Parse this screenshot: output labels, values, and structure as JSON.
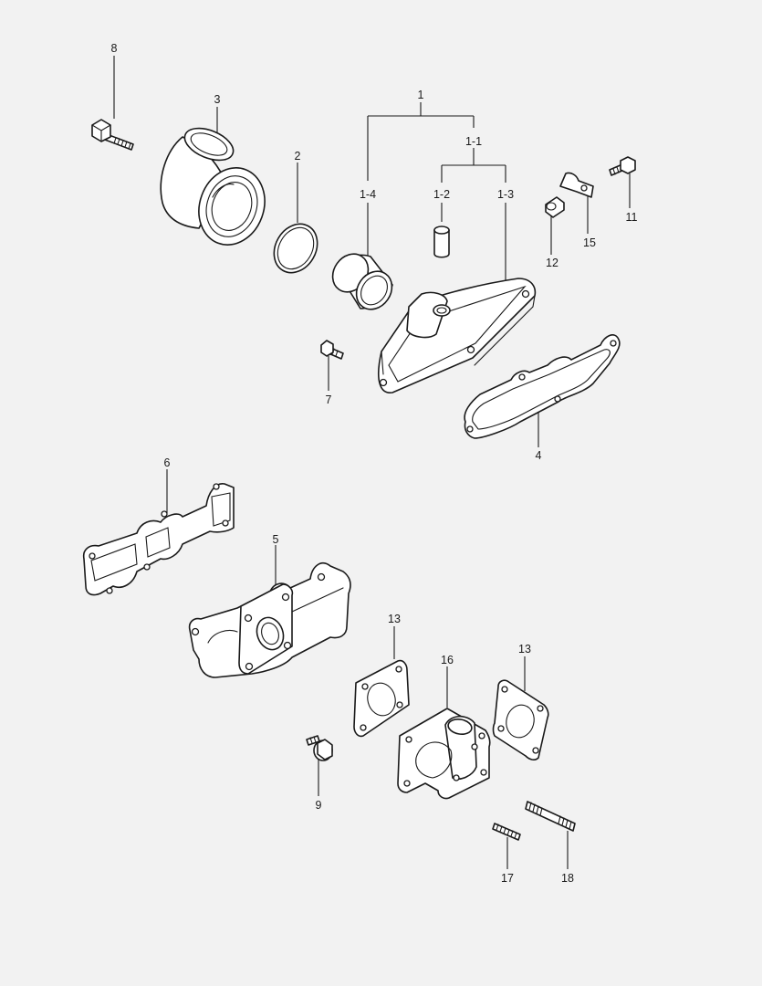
{
  "background_color": "#f2f2f2",
  "line_color": "#1a1a1a",
  "callouts": {
    "c1": "1",
    "c1_1": "1-1",
    "c1_2": "1-2",
    "c1_3": "1-3",
    "c1_4": "1-4",
    "c2": "2",
    "c3": "3",
    "c4": "4",
    "c5": "5",
    "c6": "6",
    "c7": "7",
    "c8": "8",
    "c9": "9",
    "c11": "11",
    "c12": "12",
    "c13a": "13",
    "c13b": "13",
    "c15": "15",
    "c16": "16",
    "c17": "17",
    "c18": "18"
  }
}
